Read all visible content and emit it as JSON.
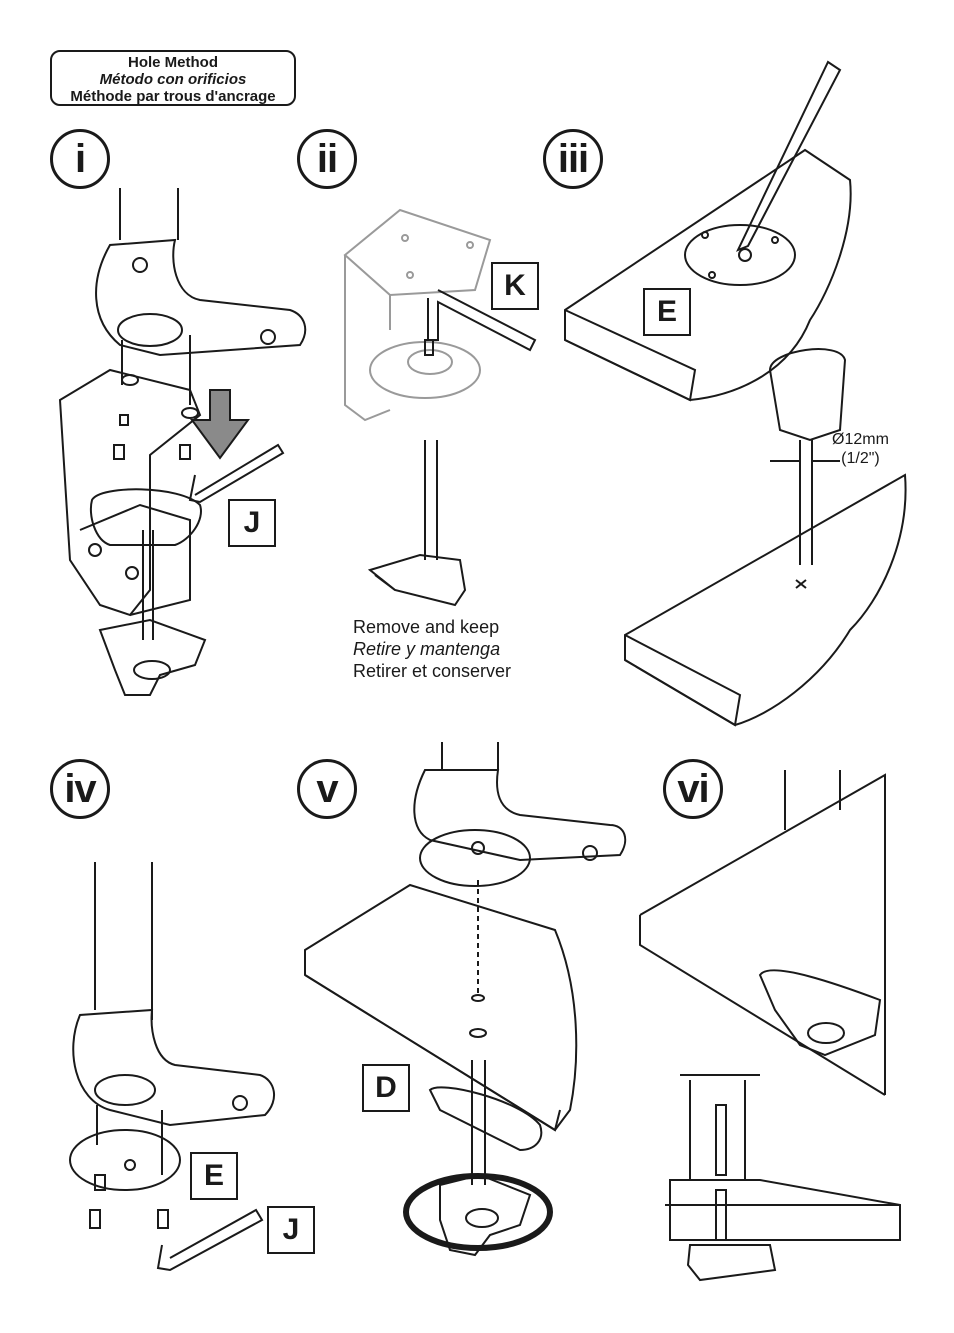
{
  "header": {
    "line1": "Hole Method",
    "line2": "Método con orificios",
    "line3": "Méthode par trous d'ancrage"
  },
  "steps": {
    "i": "i",
    "ii": "ii",
    "iii": "iii",
    "iv": "iv",
    "v": "v",
    "vi": "vi"
  },
  "parts": {
    "J": "J",
    "K": "K",
    "E": "E",
    "D": "D"
  },
  "caption_ii": {
    "en": "Remove and keep",
    "es": "Retire y mantenga",
    "fr": "Retirer et conserver"
  },
  "drill": {
    "diameter": "Ø12mm",
    "inches": "(1/2\")"
  },
  "colors": {
    "line": "#1a1a1a",
    "arrow_fill": "#8a8a8a",
    "light_line": "#9a9a9a"
  }
}
